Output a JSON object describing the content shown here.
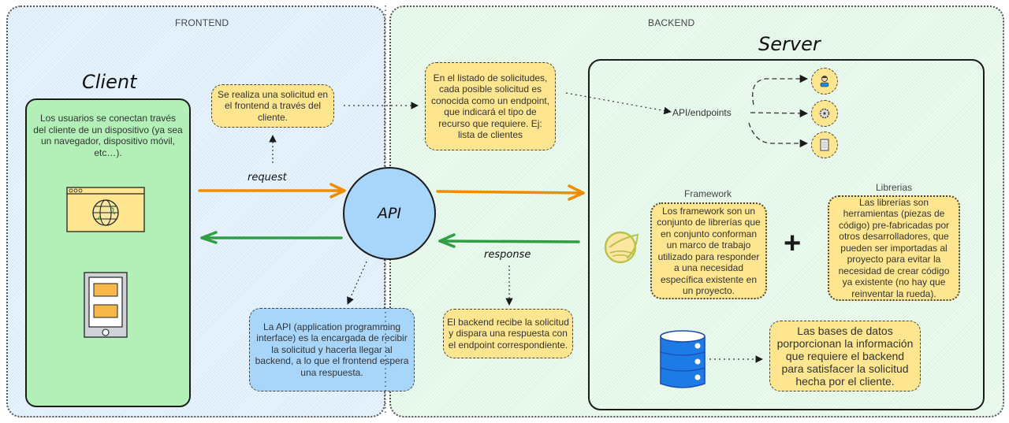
{
  "zones": {
    "frontend": "FRONTEND",
    "backend": "BACKEND"
  },
  "client": {
    "title": "Client",
    "description": "Los usuarios se conectan través del cliente de un dispositivo (ya sea un navegador, dispositivo móvil, etc…).",
    "icons": [
      "browser-globe-icon",
      "tablet-icon"
    ]
  },
  "server": {
    "title": "Server"
  },
  "api": {
    "label": "API",
    "description": "La API (application programming interface) es la encargada de recibir la solicitud y hacerla llegar al backend, a lo que el frontend espera una respuesta."
  },
  "arrows": {
    "request_label": "request",
    "response_label": "response"
  },
  "notes": {
    "request_note": "Se realiza una solicitud en el frontend a través del cliente.",
    "endpoint_note": "En el listado de solicitudes, cada posible solicitud es conocida como un endpoint, que indicará el tipo de recurso que requiere. Ej: lista de clientes",
    "response_note": "El backend recibe la solicitud y dispara una respuesta con el endpoint correspondiente."
  },
  "endpoints": {
    "label": "API/endpoints",
    "icons": [
      "user-icon",
      "gear-icon",
      "document-icon"
    ]
  },
  "framework": {
    "title": "Framework",
    "description": "Los framework son un conjunto de librerías que en conjunto conforman un marco de trabajo utilizado para responder a una necesidad específica existente en un proyecto."
  },
  "plus": "+",
  "libraries": {
    "title": "Librerias",
    "description": "Las librerías son herramientas (piezas de código) pre-fabricadas por otros desarrolladores, que pueden ser importadas al proyecto para evitar la necesidad de crear código ya existente (no hay que reinventar la rueda)."
  },
  "database": {
    "description": "Las bases de datos porporcionan la información que requiere el backend para satisfacer la solicitud hecha por el cliente."
  },
  "colors": {
    "request_arrow": "#f08c00",
    "response_arrow": "#2f9e44",
    "note_yellow": "#fde68f",
    "api_blue": "#a8d6fb",
    "client_green": "#b2f0b8",
    "db_blue": "#1e7be6"
  }
}
